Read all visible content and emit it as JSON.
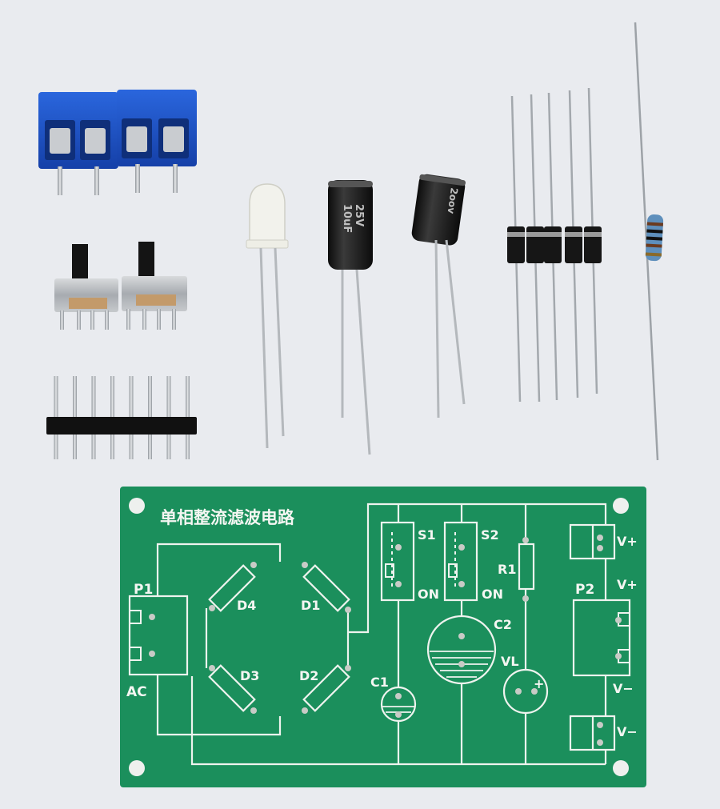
{
  "pcb": {
    "title": "单相整流滤波电路",
    "labels": {
      "p1": "P1",
      "ac": "AC",
      "d1": "D1",
      "d2": "D2",
      "d3": "D3",
      "d4": "D4",
      "s1": "S1",
      "s2": "S2",
      "on1": "ON",
      "on2": "ON",
      "r1": "R1",
      "c1": "C1",
      "c2": "C2",
      "vl": "VL",
      "p2": "P2",
      "vplus_top": "V+",
      "vplus_mid": "V+",
      "vminus_mid": "V−",
      "vminus_bot": "V−"
    }
  },
  "components": {
    "capacitor_small": {
      "voltage": "25V",
      "capacitance": "10uF"
    },
    "capacitor_large": {
      "marking": "2oov"
    }
  },
  "colors": {
    "background": "#e9ebef",
    "pcb_green": "#1b8f5c",
    "silkscreen": "#f4f6f2",
    "terminal_blue": "#1d55c8",
    "capacitor_black": "#1a1a1a"
  }
}
